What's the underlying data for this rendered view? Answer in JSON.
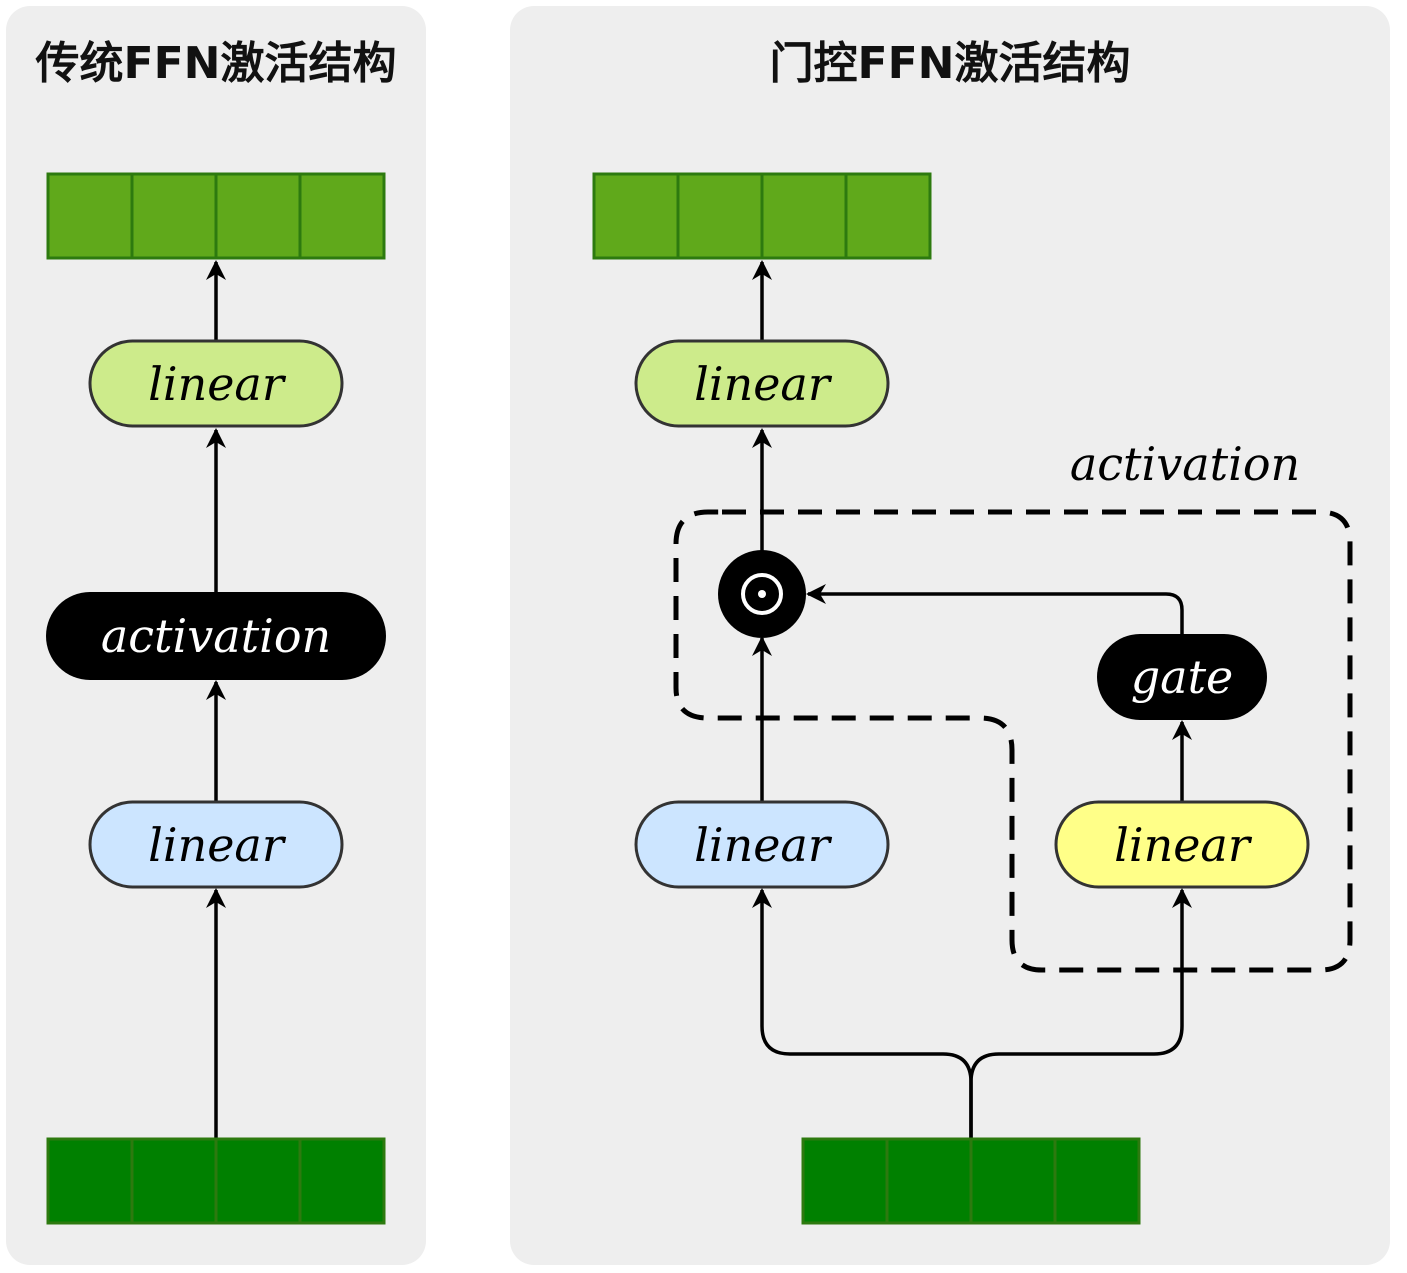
{
  "panels": {
    "traditional": {
      "title": "传统FFN激活结构",
      "top_linear": "linear",
      "activation": "activation",
      "bottom_linear": "linear"
    },
    "gated": {
      "title": "门控FFN激活结构",
      "top_linear": "linear",
      "activation_group": "activation",
      "multiply_symbol": "⊙",
      "gate": "gate",
      "value_linear": "linear",
      "gate_linear": "linear"
    }
  },
  "colors": {
    "panel_bg": "#eeeeee",
    "output_vector": "#60a91b",
    "input_vector": "#008000",
    "vector_border": "#2d7a0f",
    "top_linear": "#cdeb8b",
    "bottom_linear": "#cce5ff",
    "gate_linear": "#ffff88",
    "activation": "#000000"
  }
}
